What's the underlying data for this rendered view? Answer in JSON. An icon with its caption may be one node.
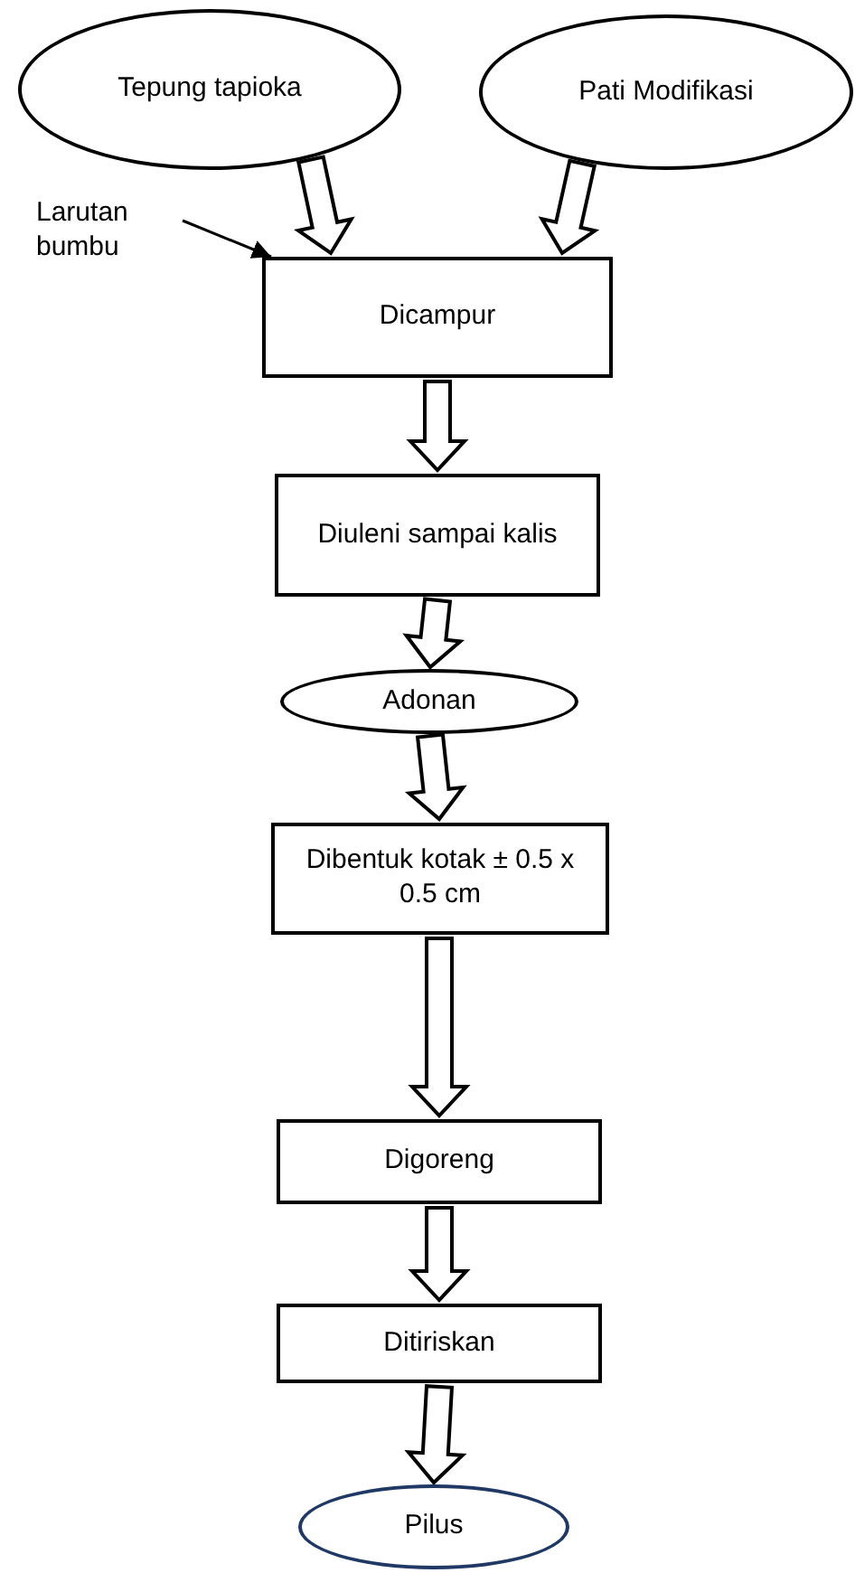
{
  "diagram": {
    "nodes": [
      {
        "text": [
          "Tepung tapioka"
        ]
      },
      {
        "text": [
          "Pati Modifikasi"
        ]
      },
      {
        "text": [
          "Larutan bumbu"
        ]
      },
      {
        "text": [
          "Dicampur"
        ]
      },
      {
        "text": [
          "Diuleni sampai kalis"
        ]
      },
      {
        "text": [
          "Adonan"
        ]
      },
      {
        "text": [
          "Dibentuk kotak ± 0.5 x 0.5 cm"
        ]
      },
      {
        "text": [
          "Digoreng"
        ]
      },
      {
        "text": [
          "Ditiriskan"
        ]
      },
      {
        "text": [
          "Pilus"
        ]
      }
    ],
    "edges": [
      {
        "from": 2,
        "to": 3,
        "arrow": "to"
      },
      {
        "from": 0,
        "to": 3,
        "arrow": "to"
      },
      {
        "from": 1,
        "to": 3,
        "arrow": "to"
      },
      {
        "from": 3,
        "to": 4,
        "arrow": "to"
      },
      {
        "from": 4,
        "to": 5,
        "arrow": "to"
      },
      {
        "from": 5,
        "to": 6,
        "arrow": "to"
      },
      {
        "from": 6,
        "to": 7,
        "arrow": "to"
      },
      {
        "from": 7,
        "to": 8,
        "arrow": "to"
      },
      {
        "from": 8,
        "to": 9,
        "arrow": "to"
      }
    ]
  }
}
